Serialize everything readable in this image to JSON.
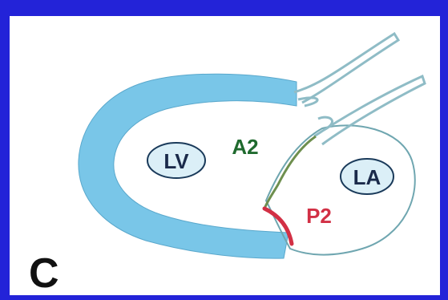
{
  "figure": {
    "panel_letter": "C",
    "labels": {
      "lv": "LV",
      "la": "LA",
      "a2": "A2",
      "p2": "P2"
    }
  },
  "colors": {
    "border_blue": "#2323d8",
    "ventricle_fill": "#79c6e8",
    "ellipse_fill": "#dbeff7",
    "ellipse_stroke": "#1a3a5a",
    "a2_color": "#1f6a2e",
    "p2_color": "#d23045",
    "atrium_stroke": "#6fa6b0",
    "chordae_stroke": "#8fbcc6",
    "leaflet_stroke": "#6e8f4e",
    "text_dark": "#111111"
  }
}
